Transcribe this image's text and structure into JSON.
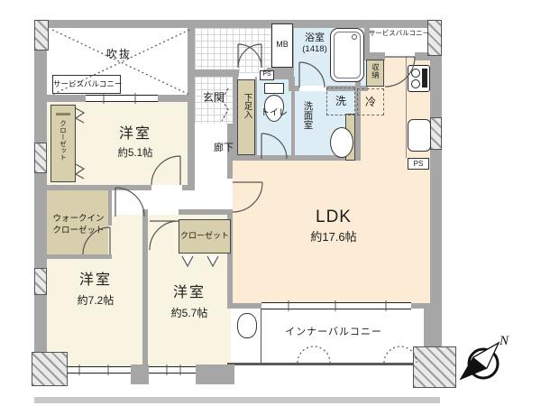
{
  "palette": {
    "wall": "#a6a6a6",
    "cream": "#f8f4e1",
    "peach": "#fcecd6",
    "blue": "#dcedf5",
    "tan": "#d8cfad",
    "tile_line": "#d6d6d6",
    "line": "#555555"
  },
  "rooms": {
    "void": "吹抜",
    "service_balcony_left": "サービスバルコニー",
    "service_balcony_right": "サービスバルコニー",
    "entrance": "玄関",
    "hallway": "廊下",
    "meter_box": "MB",
    "bathroom": "浴室",
    "bathroom_size": "(1418)",
    "storage": "収納",
    "fridge": "冷",
    "washer": "洗",
    "washroom": "洗面室",
    "toilet": "トイレ",
    "shoe_cabinet": "下足入",
    "bedroom1": "洋室",
    "bedroom1_size": "約5.1帖",
    "closet1": "クローゼット",
    "wic_line1": "ウォークイン",
    "wic_line2": "クローゼット",
    "bedroom2": "洋室",
    "bedroom2_size": "約7.2帖",
    "bedroom3": "洋室",
    "bedroom3_size": "約5.7帖",
    "closet2": "クローゼット",
    "ldk": "LDK",
    "ldk_size": "約17.6帖",
    "inner_balcony": "インナーバルコニー",
    "ps_top": "PS",
    "ps_right": "PS"
  },
  "compass": {
    "north": "N"
  }
}
